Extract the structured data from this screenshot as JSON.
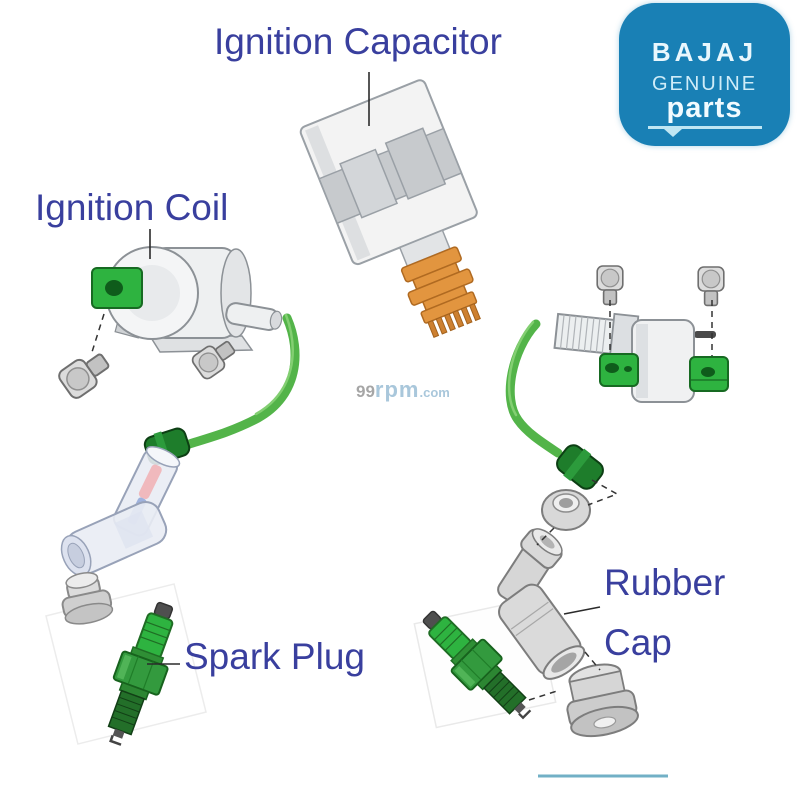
{
  "labels": {
    "ignition_capacitor": "Ignition Capacitor",
    "ignition_coil": "Ignition Coil",
    "spark_plug": "Spark Plug",
    "rubber_cap_line1": "Rubber",
    "rubber_cap_line2": "Cap"
  },
  "badge": {
    "brand": "BAJAJ",
    "genuine": "GENUINE",
    "parts": "parts"
  },
  "watermark": {
    "prefix": "99",
    "name": "rpm",
    "tld": ".com"
  },
  "illustrations": [
    "ignition-capacitor",
    "ignition-coil-left",
    "mounting-bolts",
    "spark-plug-wire-left",
    "transparent-spark-plug-cap",
    "sealing-cap",
    "spark-plug-left",
    "ignition-coil-right",
    "spark-plug-wire-right",
    "grommet-washer",
    "rubber-spark-plug-cap",
    "spark-plug-right",
    "rubber-grommet"
  ],
  "colors": {
    "label_text": "#393f9e",
    "badge_bg": "#1980b5",
    "badge_text": "#e9f7fd",
    "wire_green": "#53b449",
    "part_green": "#2eb340",
    "part_green_dark": "#1e7d2b",
    "connector_orange": "#e2953f",
    "underline_blue": "#72b0c6",
    "watermark_gray": "#a6a6a6",
    "watermark_blue": "#a9c7db"
  }
}
